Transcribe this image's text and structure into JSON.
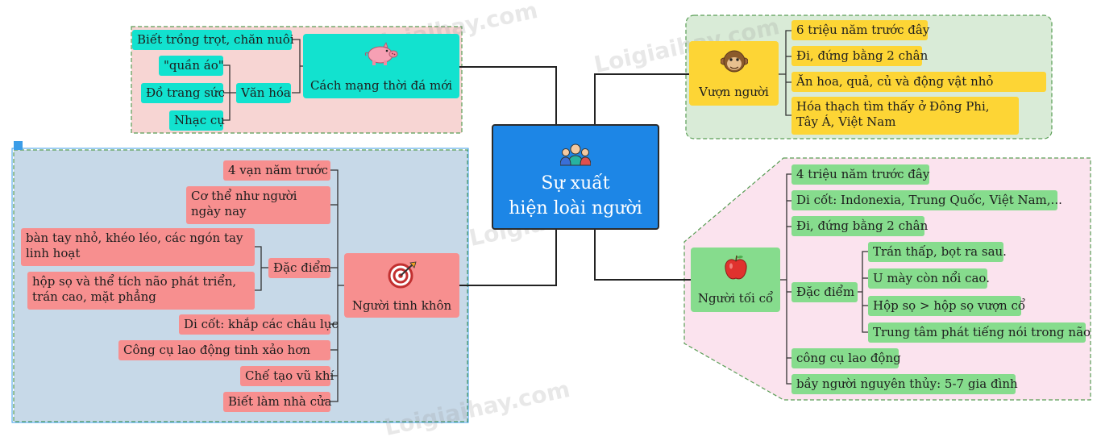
{
  "center": {
    "line1": "Sự xuất",
    "line2": "hiện loài người"
  },
  "watermark": "Loigiaihay.com",
  "top_left": {
    "title": "Cách mạng thời đá mới",
    "agri": "Biết trồng trọt, chăn nuôi",
    "culture": "Văn hóa",
    "culture_items": [
      "\"quần áo\"",
      "Đồ trang sức",
      "Nhạc cụ"
    ]
  },
  "top_right": {
    "title": "Vượn người",
    "items": [
      "6 triệu năm trước đây",
      "Đi, đứng bằng 2 chân",
      "Ăn hoa, quả, củ và động vật nhỏ",
      "Hóa thạch tìm thấy ở Đông Phi, Tây Á, Việt Nam"
    ]
  },
  "bottom_left": {
    "title": "Người tinh khôn",
    "items": [
      "4 vạn năm trước",
      "Cơ thể như người ngày nay",
      "Di cốt: khắp các châu lục",
      "Công cụ lao động tinh xảo hơn",
      "Chế tạo vũ khí",
      "Biết làm nhà cửa"
    ],
    "feature": "Đặc điểm",
    "feature_items": [
      "bàn tay nhỏ, khéo léo, các ngón tay linh hoạt",
      "hộp sọ và thể tích não phát triển, trán cao, mặt phẳng"
    ]
  },
  "bottom_right": {
    "title": "Người tối cổ",
    "items": [
      "4 triệu năm trước đây",
      "Di cốt: Indonexia, Trung Quốc, Việt Nam,...",
      "Đi, đứng bằng 2 chân",
      "công cụ lao động",
      "bầy người nguyên thủy: 5-7 gia đình"
    ],
    "feature": "Đặc điểm",
    "feature_items": [
      "Trán thấp, bọt ra sau.",
      "U mày còn nổi cao.",
      "Hộp sọ > hộp sọ vượn cổ",
      "Trung tâm phát tiếng nói trong não"
    ]
  },
  "colors": {
    "cyan": "#12e2cf",
    "yellow": "#fdd535",
    "green": "#86dc8d",
    "red": "#f78f8f",
    "center": "#1d86e6"
  },
  "icons": [
    "people-icon",
    "pig-icon",
    "monkey-icon",
    "target-icon",
    "apple-icon"
  ]
}
